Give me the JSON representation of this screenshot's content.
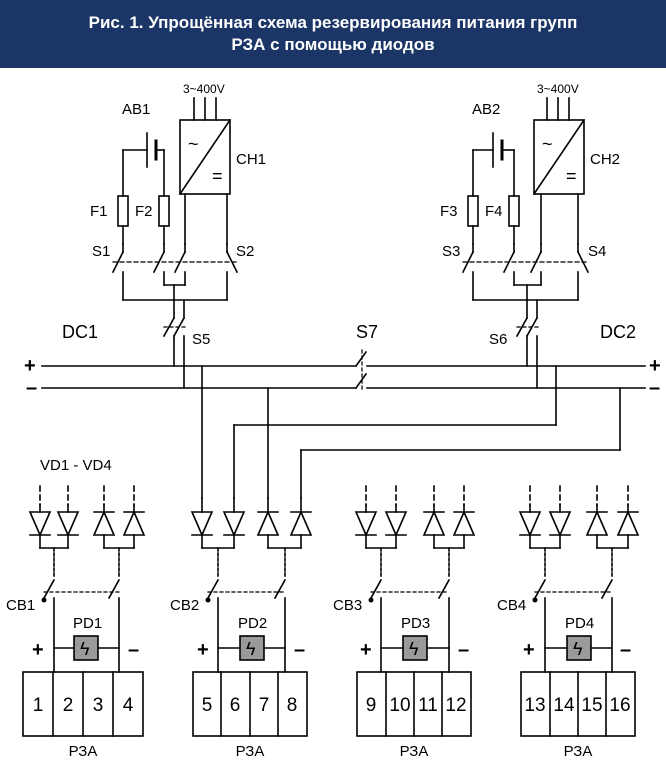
{
  "title": {
    "line1": "Рис. 1. Упрощённая схема резервирования питания групп",
    "line2": "РЗА с помощью диодов"
  },
  "sources": [
    {
      "battery": "AB1",
      "supply": "3~400V",
      "charger": "CH1",
      "fuses": [
        "F1",
        "F2"
      ],
      "switches": [
        "S1",
        "S2"
      ]
    },
    {
      "battery": "AB2",
      "supply": "3~400V",
      "charger": "CH2",
      "fuses": [
        "F3",
        "F4"
      ],
      "switches": [
        "S3",
        "S4"
      ]
    }
  ],
  "bus": {
    "left_name": "DC1",
    "right_name": "DC2",
    "left_switch": "S5",
    "right_switch": "S6",
    "section_switch": "S7",
    "plus": "+",
    "minus": "–",
    "charger_ac_symbol": "~",
    "charger_dc_symbol": "="
  },
  "diode_label": "VD1 - VD4",
  "groups": [
    {
      "breaker": "CB1",
      "device": "PD1",
      "device_symbol": "ϟ",
      "plus": "+",
      "minus": "–",
      "terminals": [
        "1",
        "2",
        "3",
        "4"
      ],
      "label": "РЗА"
    },
    {
      "breaker": "CB2",
      "device": "PD2",
      "device_symbol": "ϟ",
      "plus": "+",
      "minus": "–",
      "terminals": [
        "5",
        "6",
        "7",
        "8"
      ],
      "label": "РЗА"
    },
    {
      "breaker": "CB3",
      "device": "PD3",
      "device_symbol": "ϟ",
      "plus": "+",
      "minus": "–",
      "terminals": [
        "9",
        "10",
        "11",
        "12"
      ],
      "label": "РЗА"
    },
    {
      "breaker": "CB4",
      "device": "PD4",
      "device_symbol": "ϟ",
      "plus": "+",
      "minus": "–",
      "terminals": [
        "13",
        "14",
        "15",
        "16"
      ],
      "label": "РЗА"
    }
  ]
}
